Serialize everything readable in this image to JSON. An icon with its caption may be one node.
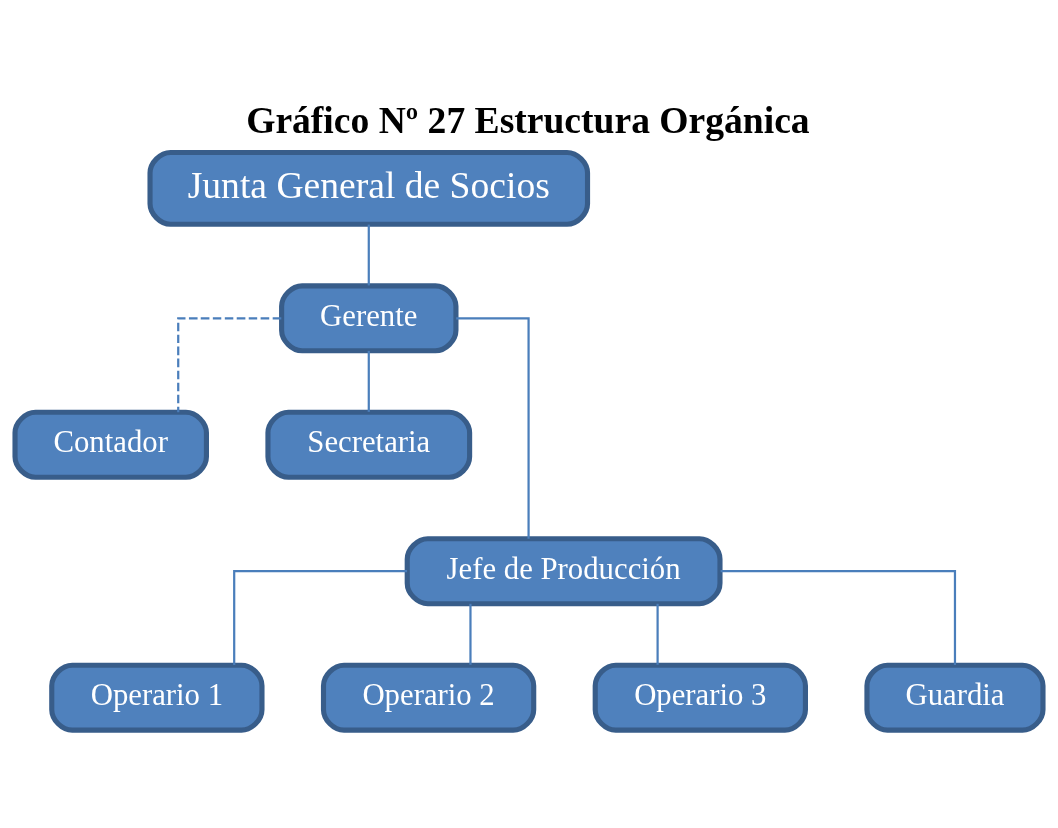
{
  "diagram": {
    "title": "Gráfico Nº 27 Estructura Orgánica",
    "nodes": [
      {
        "text": [
          "Junta General de Socios"
        ]
      },
      {
        "text": [
          "Gerente"
        ]
      },
      {
        "text": [
          "Contador"
        ]
      },
      {
        "text": [
          "Secretaria"
        ]
      },
      {
        "text": [
          "Jefe de Producción"
        ]
      },
      {
        "text": [
          "Operario 1"
        ]
      },
      {
        "text": [
          "Operario 2"
        ]
      },
      {
        "text": [
          "Operario 3"
        ]
      },
      {
        "text": [
          "Guardia"
        ]
      }
    ],
    "edges": [
      {
        "from": 0,
        "to": 1,
        "arrow": "none"
      },
      {
        "from": 1,
        "to": 2,
        "arrow": "none",
        "style": "dashed"
      },
      {
        "from": 1,
        "to": 3,
        "arrow": "none"
      },
      {
        "from": 1,
        "to": 4,
        "arrow": "none"
      },
      {
        "from": 4,
        "to": 5,
        "arrow": "none"
      },
      {
        "from": 4,
        "to": 6,
        "arrow": "none"
      },
      {
        "from": 4,
        "to": 7,
        "arrow": "none"
      },
      {
        "from": 4,
        "to": 8,
        "arrow": "none"
      }
    ]
  }
}
